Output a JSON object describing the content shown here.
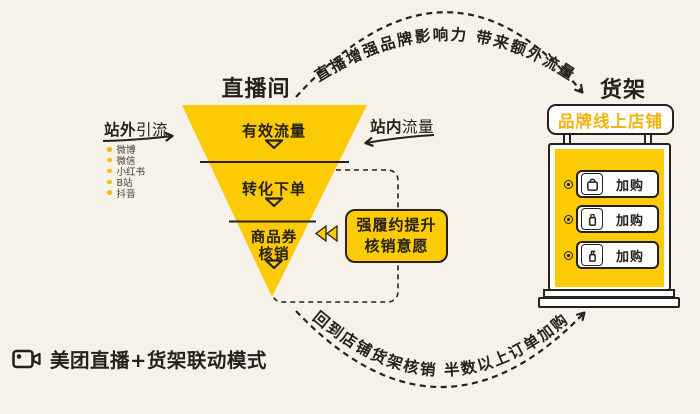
{
  "colors": {
    "background": "#F6F1E9",
    "brand_yellow": "#FCCB05",
    "sign_text_yellow": "#F2B30D",
    "ink_dark": "#26211C",
    "channel_text_gray": "#3F3B35"
  },
  "header": {
    "live_room_title": "直播间",
    "shelf_title": "货架"
  },
  "flows": {
    "top_arc_text": "直播增强品牌影响力 带来额外流量",
    "bottom_arc_text": "回到店铺货架核销 半数以上订单加购"
  },
  "offsite": {
    "title_bold": "站外",
    "title_light": "引流",
    "channels": [
      "微博",
      "微信",
      "小红书",
      "B站",
      "抖音"
    ]
  },
  "onsite": {
    "title_bold": "站内",
    "title_light": "流量"
  },
  "funnel": {
    "stage1": "有效流量",
    "stage2": "转化下单",
    "stage3": "商品券\n核销"
  },
  "callout": {
    "line1": "强履约提升",
    "line2": "核销意愿"
  },
  "shelf": {
    "sign": "品牌线上店铺",
    "rows": [
      {
        "icon": "shopping-bag-icon",
        "action_label": "加购"
      },
      {
        "icon": "cosmetic-jar-icon",
        "action_label": "加购"
      },
      {
        "icon": "lotion-bottle-icon",
        "action_label": "加购"
      }
    ]
  },
  "footer": {
    "icon": "video-camera-icon",
    "brand_text": "美团直播+货架联动模式"
  }
}
